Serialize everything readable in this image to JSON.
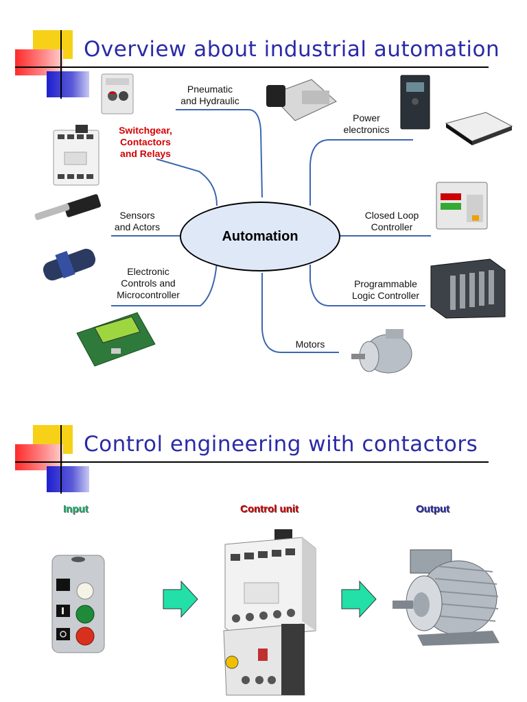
{
  "slide1": {
    "title": "Overview about industrial automation",
    "center": "Automation",
    "labels": {
      "pneumatic": "Pneumatic",
      "pneumatic2": "and Hydraulic",
      "switchgear": "Switchgear,",
      "switchgear2": "Contactors",
      "switchgear3": "and Relays",
      "sensors": "Sensors",
      "sensors2": "and Actors",
      "electronic": "Electronic",
      "electronic2": "Controls and",
      "electronic3": "Microcontroller",
      "power": "Power",
      "power2": "electronics",
      "closed": "Closed Loop",
      "closed2": "Controller",
      "plc": "Programmable",
      "plc2": "Logic Controller",
      "motors": "Motors"
    }
  },
  "slide2": {
    "title": "Control engineering with contactors",
    "input": "Input",
    "control": "Control unit",
    "output": "Output"
  },
  "colors": {
    "title": "#2a2aa8",
    "connector": "#3a66b0",
    "ellipse_fill": "#dfe8f6",
    "red_label": "#d40000",
    "input": "#1ea86a",
    "control": "#c80000",
    "output": "#2828a0",
    "arrow": "#22e0a8"
  }
}
